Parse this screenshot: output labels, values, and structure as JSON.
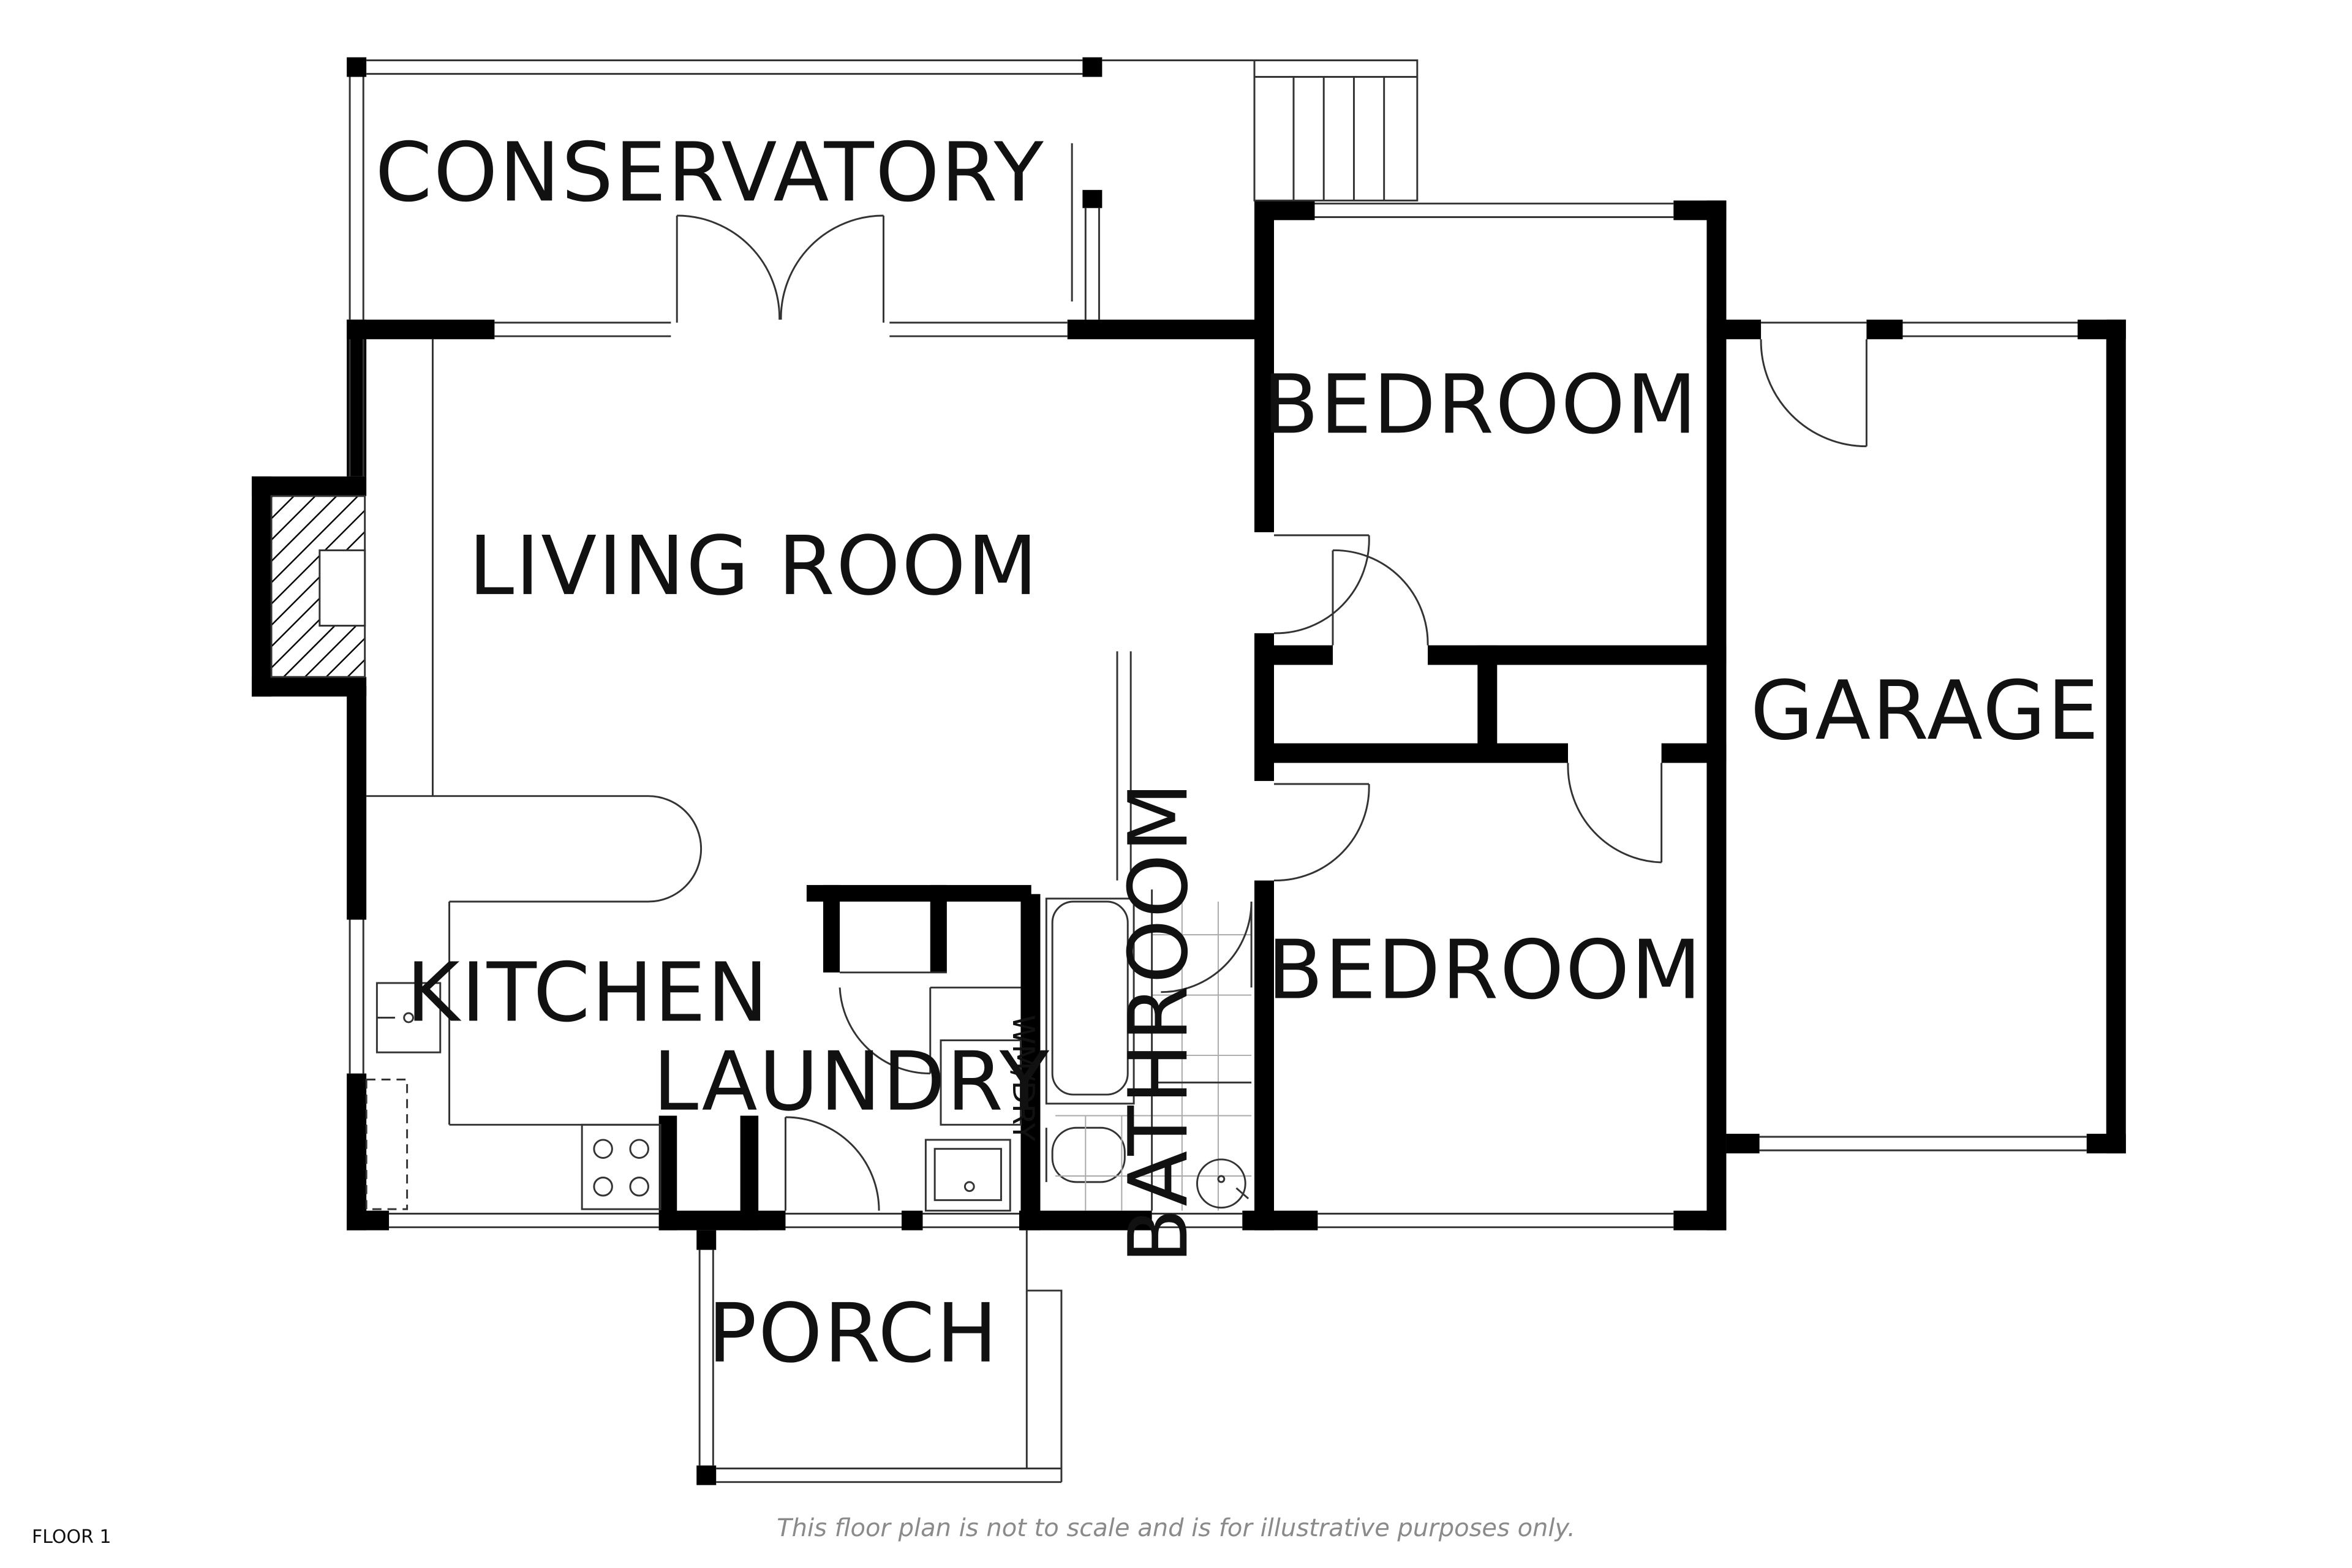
{
  "rooms": {
    "conservatory": "CONSERVATORY",
    "living_room": "LIVING ROOM",
    "kitchen": "KITCHEN",
    "laundry": "LAUNDRY",
    "bathroom": "BATHROOM",
    "bedroom_top": "BEDROOM",
    "bedroom_bottom": "BEDROOM",
    "garage": "GARAGE",
    "porch": "PORCH"
  },
  "fixtures": {
    "washer_dryer": "WM/DRY"
  },
  "floor_label": "FLOOR 1",
  "disclaimer": "This floor plan is not to scale and is for illustrative purposes only.",
  "colors": {
    "wall": "#000000",
    "line": "#333333",
    "background": "#ffffff",
    "disclaimer": "#8a8a8a"
  }
}
